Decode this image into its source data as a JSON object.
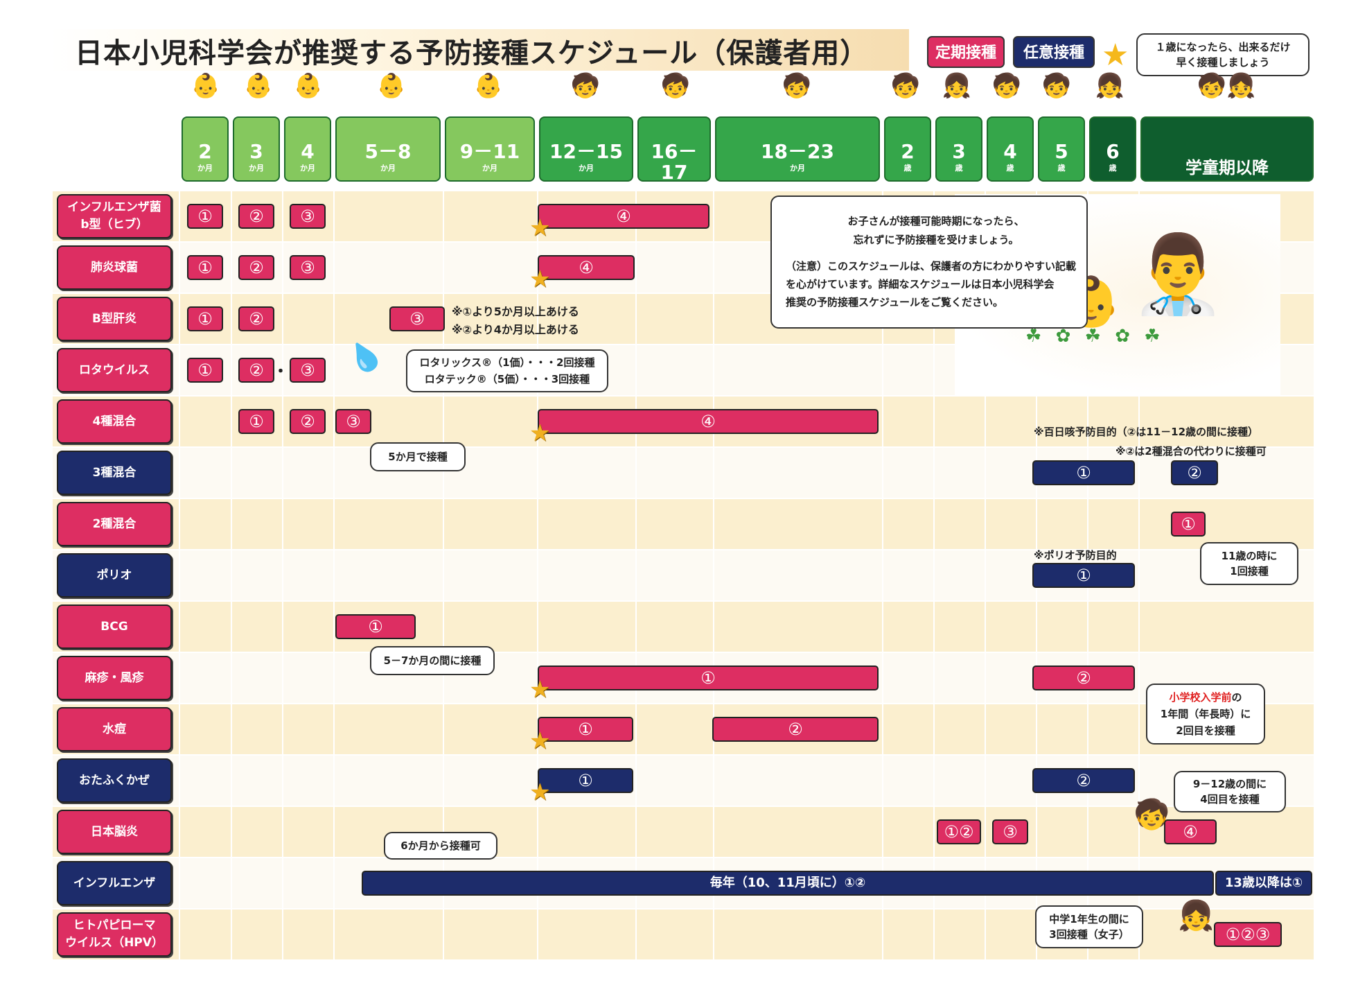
{
  "title": "日本小児科学会が推奨する予防接種スケジュール（保護者用）",
  "legend": {
    "routine": "定期接種",
    "voluntary": "任意接種",
    "star_icon": "star-icon",
    "star_note_line1": "１歳になったら、出来るだけ",
    "star_note_line2": "早く接種しましょう",
    "colors": {
      "routine": "#dd2e62",
      "voluntary": "#1d2c6b",
      "header": "#35a64a",
      "star": "#f0b020"
    }
  },
  "columns": [
    {
      "big": "2",
      "small": "か月"
    },
    {
      "big": "3",
      "small": "か月"
    },
    {
      "big": "4",
      "small": "か月"
    },
    {
      "big": "5－8",
      "small": "か月"
    },
    {
      "big": "9－11",
      "small": "か月"
    },
    {
      "big": "12－15",
      "small": "か月"
    },
    {
      "big": "16－17",
      "small": "か月"
    },
    {
      "big": "18－23",
      "small": "か月"
    },
    {
      "big": "2",
      "small": "歳"
    },
    {
      "big": "3",
      "small": "歳"
    },
    {
      "big": "4",
      "small": "歳"
    },
    {
      "big": "5",
      "small": "歳"
    },
    {
      "big": "6",
      "small": "歳"
    },
    {
      "big": "学童期以降",
      "small": ""
    }
  ],
  "rows": [
    {
      "label_line1": "インフルエンザ菌",
      "label_line2": "b型（ヒブ）",
      "type": "routine"
    },
    {
      "label_line1": "肺炎球菌",
      "label_line2": "",
      "type": "routine"
    },
    {
      "label_line1": "B型肝炎",
      "label_line2": "",
      "type": "routine"
    },
    {
      "label_line1": "ロタウイルス",
      "label_line2": "",
      "type": "routine"
    },
    {
      "label_line1": "4種混合",
      "label_line2": "",
      "type": "routine"
    },
    {
      "label_line1": "3種混合",
      "label_line2": "",
      "type": "voluntary"
    },
    {
      "label_line1": "2種混合",
      "label_line2": "",
      "type": "routine"
    },
    {
      "label_line1": "ポリオ",
      "label_line2": "",
      "type": "voluntary"
    },
    {
      "label_line1": "BCG",
      "label_line2": "",
      "type": "routine"
    },
    {
      "label_line1": "麻疹・風疹",
      "label_line2": "",
      "type": "routine"
    },
    {
      "label_line1": "水痘",
      "label_line2": "",
      "type": "routine"
    },
    {
      "label_line1": "おたふくかぜ",
      "label_line2": "",
      "type": "voluntary"
    },
    {
      "label_line1": "日本脳炎",
      "label_line2": "",
      "type": "routine"
    },
    {
      "label_line1": "インフルエンザ",
      "label_line2": "",
      "type": "voluntary"
    },
    {
      "label_line1": "ヒトパピローマ",
      "label_line2": "ウイルス（HPV）",
      "type": "routine"
    }
  ],
  "doses": {
    "d1": "①",
    "d2": "②",
    "d3": "③",
    "d4": "④",
    "d12": "①②",
    "d123": "①②③",
    "rota_dots": "・・・",
    "flu_main": "毎年（10、11月頃に）①②",
    "flu_after13": "13歳以降は①"
  },
  "notes": {
    "hepb_1": "※①より5か月以上あける",
    "hepb_2": "※②より4か月以上あける",
    "rota_1": "ロタリックス®（1価）・・・2回接種",
    "rota_2": "ロタテック®（5価）・・・3回接種",
    "dpt_5m": "5か月で接種",
    "pertussis": "※百日咳予防目的（②は11－12歳の間に接種）",
    "dt_alt": "※②は2種混合の代わりに接種可",
    "dt_11_1": "11歳の時に",
    "dt_11_2": "1回接種",
    "polio": "※ポリオ予防目的",
    "bcg": "5－7か月の間に接種",
    "mr_red": "小学校入学前",
    "mr_1": "の",
    "mr_2": "1年間（年長時）に",
    "mr_3": "2回目を接種",
    "je_1": "9－12歳の間に",
    "je_2": "4回目を接種",
    "flu_6m": "6か月から接種可",
    "hpv_1": "中学1年生の間に",
    "hpv_2": "3回接種（女子）",
    "doctor_1": "お子さんが接種可能時期になったら、",
    "doctor_2": "忘れずに予防接種を受けましょう。",
    "doctor_3": "（注意）このスケジュールは、保護者の方にわかりやすい記載",
    "doctor_4": "を心がけています。詳細なスケジュールは日本小児科学会",
    "doctor_5": "推奨の予防接種スケジュールをご覧ください。"
  }
}
